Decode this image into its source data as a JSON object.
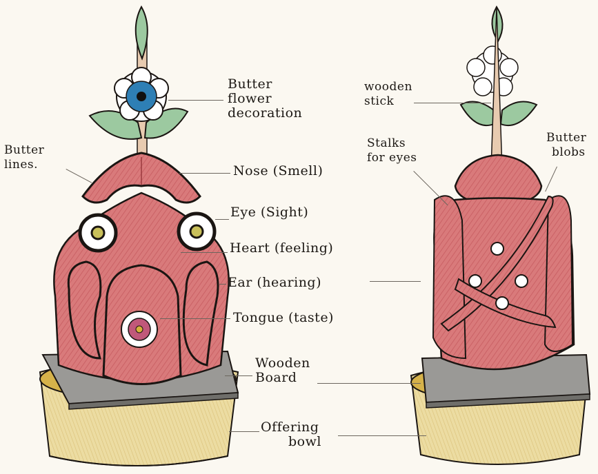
{
  "diagram": {
    "labels": {
      "butter_lines": [
        "Butter",
        "lines."
      ],
      "butter_flower": [
        "Butter",
        "flower",
        "decoration"
      ],
      "nose": "Nose (Smell)",
      "eye": "Eye (Sight)",
      "heart": "Heart (feeling)",
      "ear": "Ear (hearing)",
      "tongue": "Tongue (taste)",
      "wooden_board": [
        "Wooden",
        "Board"
      ],
      "offering_bowl": [
        "Offering",
        "bowl"
      ],
      "wooden_stick": [
        "wooden",
        "stick"
      ],
      "stalks_for_eyes": [
        "Stalks",
        "for eyes"
      ],
      "butter_blobs": [
        "Butter",
        "blobs"
      ]
    },
    "colors": {
      "torma_body": "#d9787a",
      "torma_outline": "#1a1512",
      "leaf": "#9cc9a0",
      "bowl": "#e8d79a",
      "bowl_rim": "#c9a33a",
      "board": "#9a9a96",
      "flower_center": "#2e7fb5",
      "stick": "#e8cbb0"
    }
  }
}
